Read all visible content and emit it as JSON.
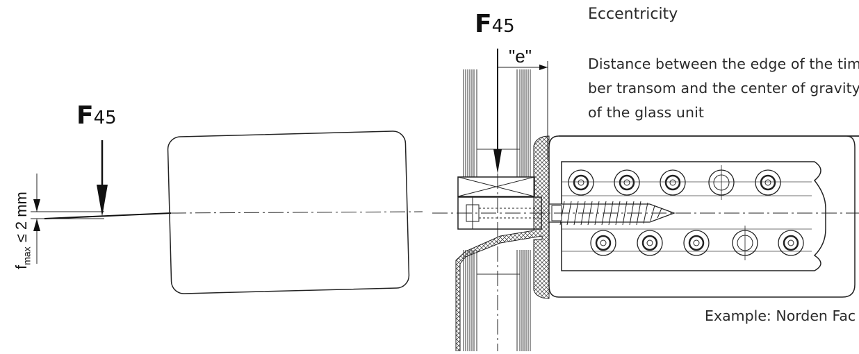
{
  "heading": "Eccentricity",
  "description_lines": [
    "Distance between the edge of the tim-",
    "ber transom and the center of gravity",
    "of the glass unit"
  ],
  "force_left": {
    "symbol": "F",
    "subscript": "45"
  },
  "force_right": {
    "symbol": "F",
    "subscript": "45"
  },
  "eccentricity_label": "\"e\"",
  "deflection_label": {
    "prefix": "f",
    "subscript": "max",
    "suffix": " ≤ 2 mm"
  },
  "example": {
    "label": "Example:",
    "value": " Norden Fac"
  }
}
